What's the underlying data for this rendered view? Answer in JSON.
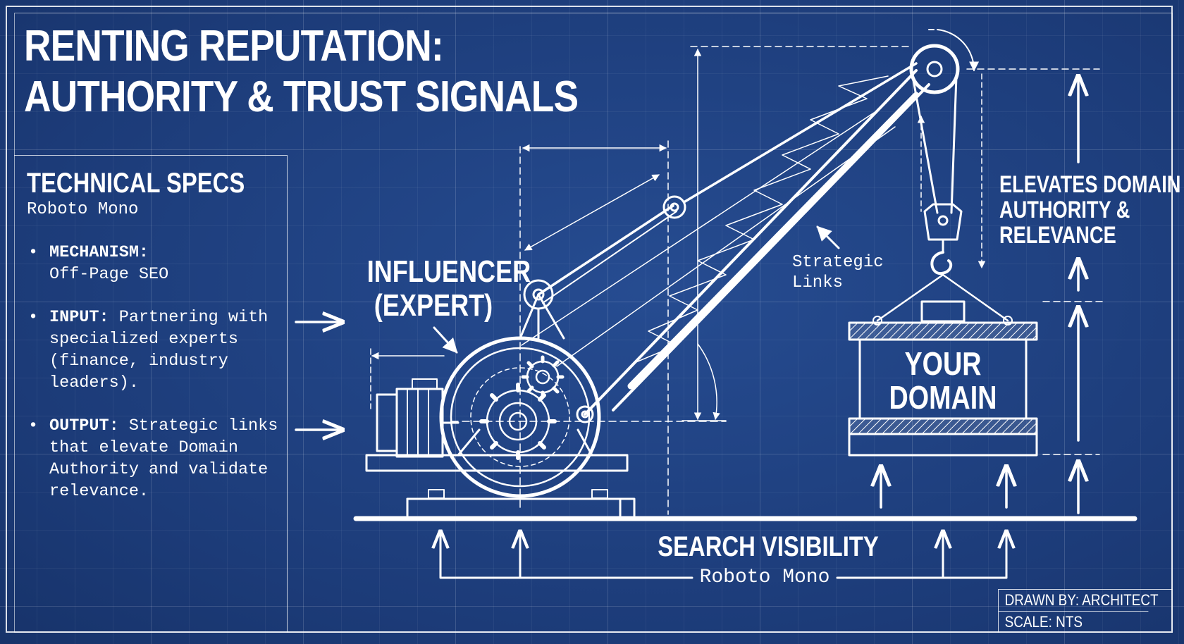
{
  "title": {
    "line1": "RENTING REPUTATION:",
    "line2": "AUTHORITY & TRUST SIGNALS"
  },
  "specs": {
    "heading": "TECHNICAL SPECS",
    "font_note": "Roboto Mono",
    "items": [
      {
        "key": "MECHANISM:",
        "value": "Off-Page SEO"
      },
      {
        "key": "INPUT:",
        "value": "Partnering with specialized experts (finance, industry leaders)."
      },
      {
        "key": "OUTPUT:",
        "value": "Strategic links that elevate Domain Authority and validate relevance."
      }
    ]
  },
  "labels": {
    "influencer_line1": "INFLUENCER",
    "influencer_line2": "(EXPERT)",
    "strategic_line1": "Strategic",
    "strategic_line2": "Links",
    "domain_line1": "YOUR",
    "domain_line2": "DOMAIN",
    "elevates_line1": "ELEVATES DOMAIN",
    "elevates_line2": "AUTHORITY &",
    "elevates_line3": "RELEVANCE",
    "search_visibility": "SEARCH VISIBILITY",
    "search_font_note": "Roboto Mono"
  },
  "titleblock": {
    "drawn_by": "DRAWN BY: ARCHITECT",
    "scale": "SCALE: NTS"
  },
  "colors": {
    "background": "#1f4282",
    "line": "#ffffff"
  },
  "icons": [
    "gear-icon",
    "motor-icon",
    "pulley-icon",
    "hook-icon",
    "arrow-icon"
  ]
}
